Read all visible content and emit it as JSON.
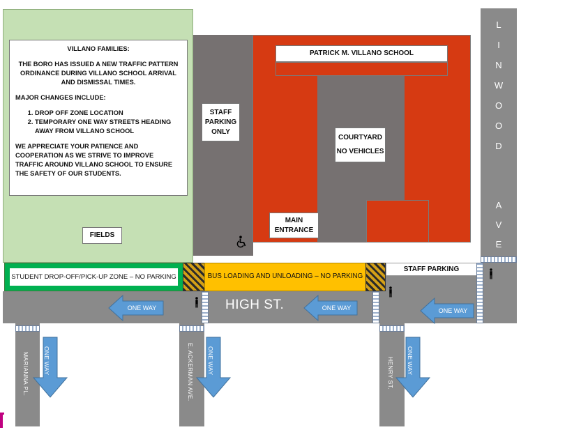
{
  "notice": {
    "title": "VILLANO FAMILIES:",
    "intro": "THE BORO HAS ISSUED A NEW TRAFFIC PATTERN ORDINANCE DURING VILLANO SCHOOL ARRIVAL AND DISMISSAL TIMES.",
    "changes_heading": "MAJOR CHANGES INCLUDE:",
    "changes": [
      "DROP OFF ZONE LOCATION",
      "TEMPORARY ONE WAY STREETS HEADING AWAY FROM VILLANO SCHOOL"
    ],
    "closing": "WE APPRECIATE YOUR PATIENCE AND COOPERATION AS WE STRIVE TO IMPROVE TRAFFIC AROUND VILLANO SCHOOL TO ENSURE THE SAFETY OF OUR STUDENTS."
  },
  "labels": {
    "fields": "FIELDS",
    "school_name": "PATRICK M. VILLANO SCHOOL",
    "staff_parking_only_1": "STAFF",
    "staff_parking_only_2": "PARKING",
    "staff_parking_only_3": "ONLY",
    "courtyard_1": "COURTYARD",
    "courtyard_2": "NO VEHICLES",
    "main_entrance_1": "MAIN",
    "main_entrance_2": "ENTRANCE",
    "staff_parking": "STAFF PARKING",
    "drop_off_zone": "STUDENT DROP-OFF/PICK-UP ZONE – NO PARKING",
    "bus_zone": "BUS LOADING AND UNLOADING – NO PARKING",
    "high_st": "HIGH ST.",
    "one_way": "ONE WAY",
    "one_way_vertical": "ONE WAY"
  },
  "streets": {
    "linwood_letters": [
      "L",
      "I",
      "N",
      "W",
      "O",
      "O",
      "D"
    ],
    "ave_letters": [
      "A",
      "V",
      "E"
    ],
    "marianna": "MARIANNA PL.",
    "ackerman": "E. ACKERMAN AVE.",
    "henry": "HENRY ST."
  },
  "colors": {
    "building": "#d63a12",
    "fields": "#c5e0b4",
    "drop_off_zone": "#00b050",
    "bus_zone": "#ffc000",
    "road": "#8a8a8a",
    "arrow": "#5b9bd5"
  },
  "icons": [
    "accessible-icon",
    "pedestrian-icon",
    "one-way-arrow-icon"
  ]
}
